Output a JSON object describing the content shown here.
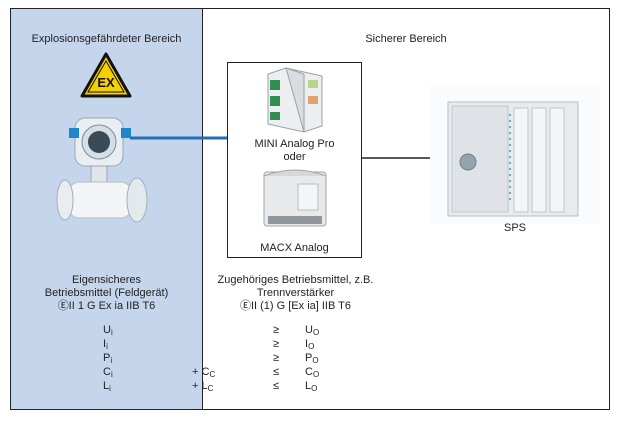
{
  "zones": {
    "hazardous": "Explosionsgefährdeter Bereich",
    "safe": "Sicherer Bereich"
  },
  "warning_sign": {
    "text": "EX",
    "icon": "ex-warning-icon",
    "color": "#f5d000"
  },
  "modules": {
    "mini_line1": "MINI Analog Pro",
    "mini_line2": "oder",
    "macx": "MACX Analog"
  },
  "plc": {
    "label": "SPS"
  },
  "field_device": {
    "line1": "Eigensicheres",
    "line2": "Betriebsmittel (Feldgerät)",
    "line3": "ⒺII 1 G Ex ia IIB T6"
  },
  "associated": {
    "line1": "Zugehöriges Betriebsmittel, z.B.",
    "line2": "Trennverstärker",
    "line3": "ⒺII (1) G [Ex ia] IIB T6"
  },
  "comparisons": [
    {
      "left": "U",
      "left_sub": "i",
      "plus": "",
      "plus_sub": "",
      "op": "≥",
      "right": "U",
      "right_sub": "O"
    },
    {
      "left": "I",
      "left_sub": "i",
      "plus": "",
      "plus_sub": "",
      "op": "≥",
      "right": "I",
      "right_sub": "O"
    },
    {
      "left": "P",
      "left_sub": "i",
      "plus": "",
      "plus_sub": "",
      "op": "≥",
      "right": "P",
      "right_sub": "O"
    },
    {
      "left": "C",
      "left_sub": "i",
      "plus": "+ C",
      "plus_sub": "C",
      "op": "≤",
      "right": "C",
      "right_sub": "O"
    },
    {
      "left": "L",
      "left_sub": "i",
      "plus": "+ L",
      "plus_sub": "C",
      "op": "≤",
      "right": "L",
      "right_sub": "O"
    }
  ],
  "colors": {
    "hazard_zone": "#c5d6ec",
    "signal_line": "#1f6fb5"
  }
}
